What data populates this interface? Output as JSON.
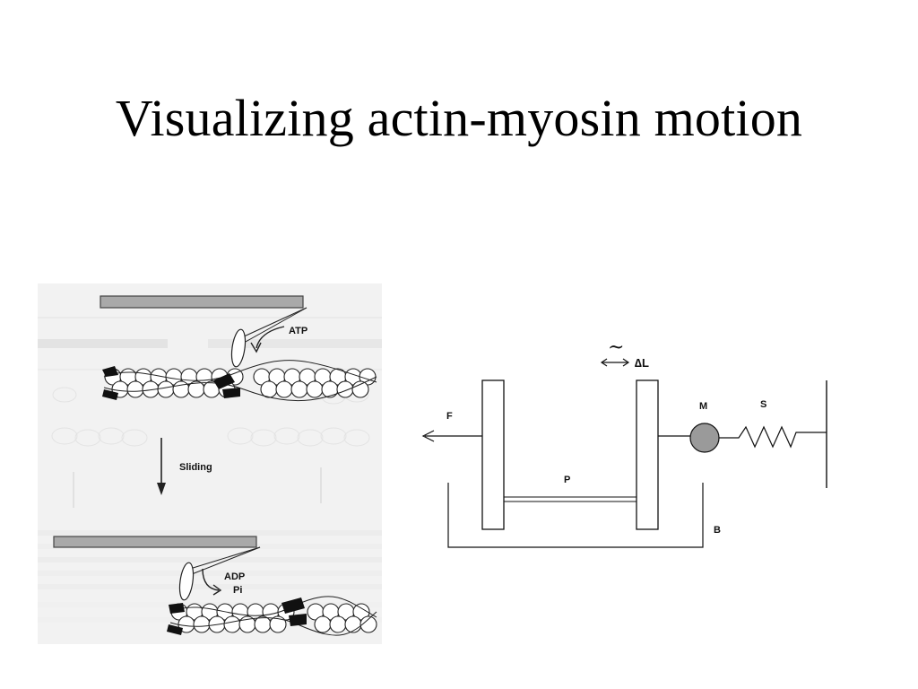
{
  "title": "Visualizing actin-myosin motion",
  "left_figure": {
    "labels": {
      "atp": "ATP",
      "sliding": "Sliding",
      "adp": "ADP",
      "pi": "Pi"
    }
  },
  "right_figure": {
    "labels": {
      "force": "F",
      "delta_l_symbol": "∆L",
      "tilde": "~",
      "mass": "M",
      "spring": "S",
      "plate": "P",
      "bath": "B"
    }
  }
}
